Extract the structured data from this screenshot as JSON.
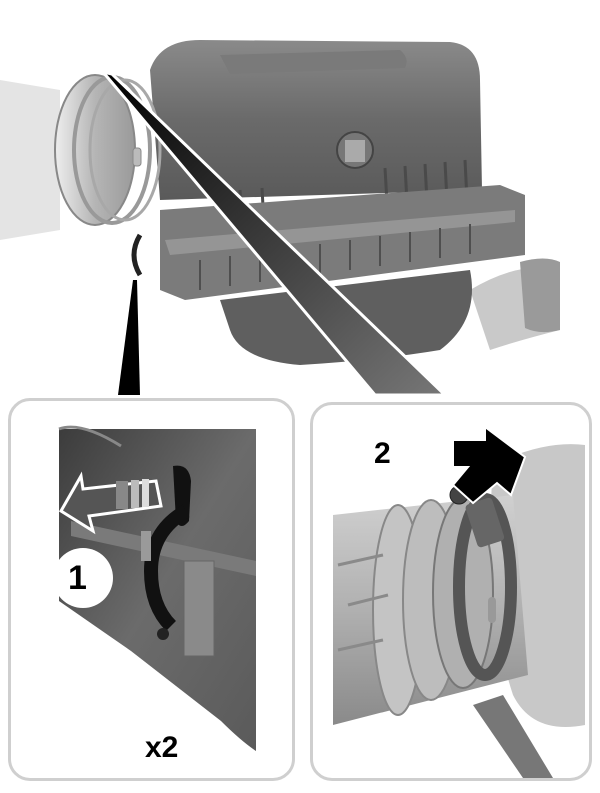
{
  "figure": {
    "subject": "Air cleaner assembly removal",
    "main_view": {
      "description": "Air cleaner housing with intake duct and callouts to detail views"
    },
    "detail_views": [
      {
        "id": "panel-1",
        "step_label": "1",
        "quantity_label": "x2",
        "action": "release clip (curved arrow)"
      },
      {
        "id": "panel-2",
        "step_label": "2",
        "action": "loosen hose clamp (arrow indicator)"
      }
    ],
    "colors": {
      "panel_border": "#cfcfcf",
      "housing": "#6e6e6e",
      "duct": "#bdbdbd",
      "callout": "#000000"
    }
  }
}
